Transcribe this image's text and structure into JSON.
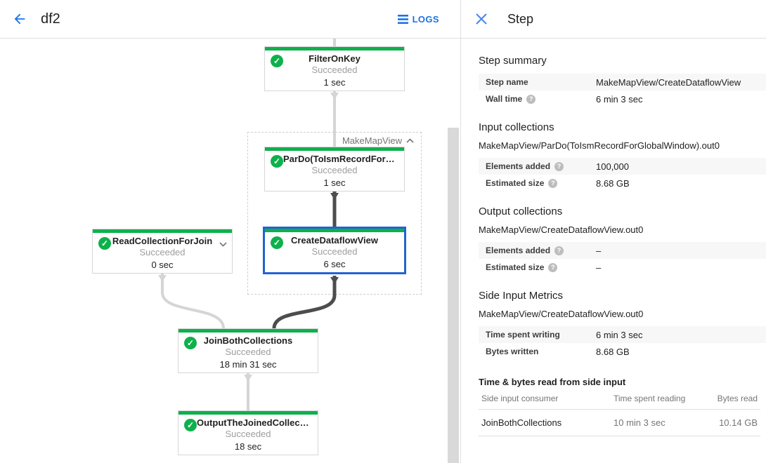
{
  "header": {
    "title": "df2",
    "logs_label": "LOGS"
  },
  "icons": {
    "check": "✓",
    "help": "?"
  },
  "graph": {
    "group_label": "MakeMapView",
    "nodes": [
      {
        "title": "FilterOnKey",
        "status": "Succeeded",
        "time": "1 sec"
      },
      {
        "title": "ParDo(ToIsmRecordFor…",
        "status": "Succeeded",
        "time": "1 sec"
      },
      {
        "title": "CreateDataflowView",
        "status": "Succeeded",
        "time": "6 sec"
      },
      {
        "title": "ReadCollectionForJoin",
        "status": "Succeeded",
        "time": "0 sec"
      },
      {
        "title": "JoinBothCollections",
        "status": "Succeeded",
        "time": "18 min 31 sec"
      },
      {
        "title": "OutputTheJoinedCollec…",
        "status": "Succeeded",
        "time": "18 sec"
      }
    ]
  },
  "panel": {
    "title": "Step",
    "step_summary": {
      "heading": "Step summary",
      "rows": [
        {
          "label": "Step name",
          "value": "MakeMapView/CreateDataflowView"
        },
        {
          "label": "Wall time",
          "value": "6 min 3 sec"
        }
      ]
    },
    "input_collections": {
      "heading": "Input collections",
      "collection": "MakeMapView/ParDo(ToIsmRecordForGlobalWindow).out0",
      "rows": [
        {
          "label": "Elements added",
          "value": "100,000"
        },
        {
          "label": "Estimated size",
          "value": "8.68 GB"
        }
      ]
    },
    "output_collections": {
      "heading": "Output collections",
      "collection": "MakeMapView/CreateDataflowView.out0",
      "rows": [
        {
          "label": "Elements added",
          "value": "–"
        },
        {
          "label": "Estimated size",
          "value": "–"
        }
      ]
    },
    "side_input_metrics": {
      "heading": "Side Input Metrics",
      "collection": "MakeMapView/CreateDataflowView.out0",
      "rows": [
        {
          "label": "Time spent writing",
          "value": "6 min 3 sec"
        },
        {
          "label": "Bytes written",
          "value": "8.68 GB"
        }
      ]
    },
    "side_input_table": {
      "heading": "Time & bytes read from side input",
      "columns": [
        "Side input consumer",
        "Time spent reading",
        "Bytes read"
      ],
      "rows": [
        [
          "JoinBothCollections",
          "10 min 3 sec",
          "10.14 GB"
        ]
      ]
    }
  },
  "colors": {
    "succeeded_green": "#0db14c",
    "accent_blue": "#1a73e8",
    "selected_border": "#2264d1"
  }
}
